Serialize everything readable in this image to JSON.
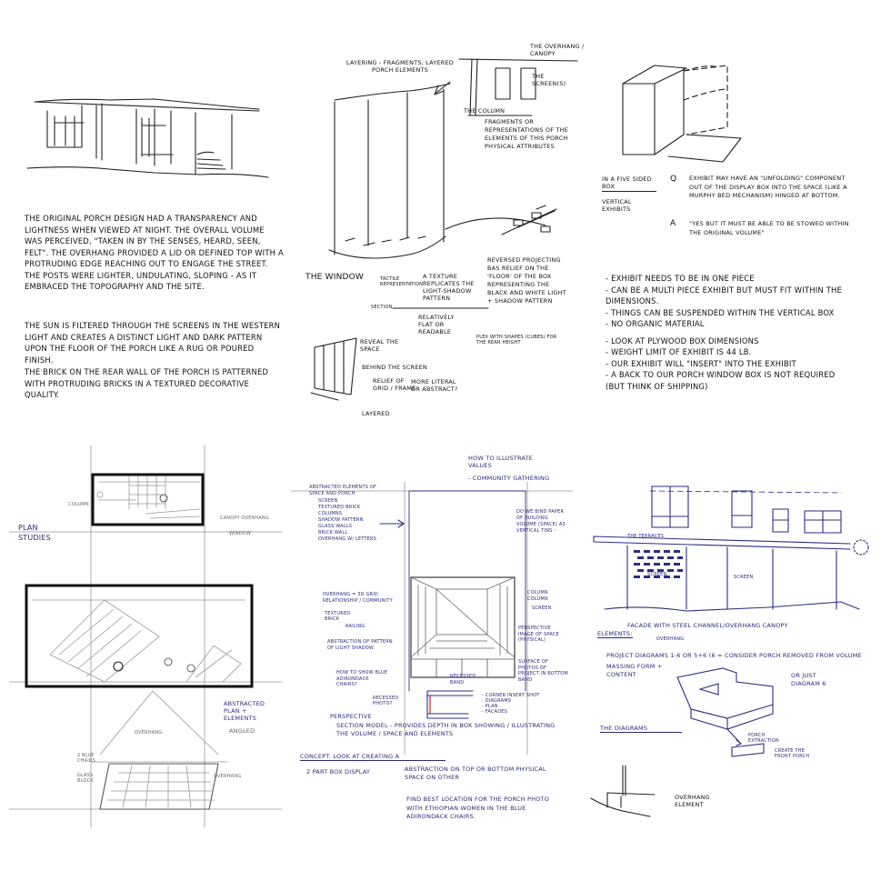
{
  "sheet": {
    "panel_1_porch_sketch": {
      "caption_paragraphs": [
        "The original porch design had a transparency and lightness when viewed at night. The overall volume was perceived, \"taken in by the senses, heard, seen, felt\". The overhang provided a lid or defined top with a protruding edge reaching out to engage the street. The posts were lighter, undulating, sloping - as it embraced the topography and the site.",
        "The sun is filtered through the screens in the western light and creates a distinct light and dark pattern upon the floor of the porch like a rug or poured finish.",
        "The brick on the rear wall of the porch is patterned with protruding bricks in a textured decorative quality."
      ]
    },
    "panel_2_window_study": {
      "top_label": "Layering - fragments, layered porch elements",
      "overhang_label": "The overhang / canopy",
      "screens_label": "The screen(s)",
      "column_label": "The column",
      "fragments_note": "Fragments or representations of the elements of this porch physical attributes",
      "window_label": "The window",
      "tactile_label": "Tactile representation",
      "texture_note": "A texture replicates the light-shadow pattern",
      "reversed_note": "Reversed projecting bas relief on the 'floor' of the box representing the black and white light + shadow pattern",
      "section_label": "Section",
      "relatively_label": "Relatively flat or readable",
      "plex_note": "Plex with shapes (cubes) for the rear height",
      "reveal_label": "Reveal the space",
      "behind_label": "Behind the screen",
      "relief_label": "Relief of grid / frame",
      "literal_label": "More literal or abstract?",
      "layered_label": "Layered"
    },
    "panel_3_exhibit_rules": {
      "box_label_top": "In a five sided box",
      "box_label_bottom": "Vertical exhibits",
      "q_marker": "Q",
      "question": "Exhibit may have an \"unfolding\" component out of the display box into the space (like a murphy bed mechanism) hinged at bottom.",
      "a_marker": "A",
      "answer": "\"Yes but it must be able to be stowed within the original volume\"",
      "bullets": [
        "- Exhibit needs to be in one piece",
        "- Can be a multi piece exhibit but must fit within the dimensions.",
        "- Things can be suspended within the vertical box",
        "- No organic material",
        "- Look at plywood box dimensions",
        "- Weight limit of exhibit is 44 lb.",
        "- Our exhibit will \"insert\" into the exhibit",
        "- A back to our porch window box is not required (but think of shipping)"
      ]
    },
    "panel_4_plan_studies": {
      "plan_label": "Plan studies",
      "left_tag": "Column",
      "right_tag_1": "Canopy overhang",
      "right_tag_2": "Window",
      "abstracted_label": "Abstracted plan + elements",
      "angled_label": "Angled",
      "perspective_tag": "Overhang",
      "chairs_tag": "2 blue chairs",
      "glass_tag": "Glass block",
      "overhang_tag": "Overhang"
    },
    "panel_5_box_concept": {
      "values_note": "How to illustrate values",
      "community_note": "- community gathering",
      "abstracted_list_title": "Abstracted elements of space and porch",
      "abstracted_list": [
        "Screen",
        "Textured brick",
        "Columns",
        "Shadow pattern",
        "Glass walls",
        "Brick wall",
        "Overhang w/ letters"
      ],
      "binomial_note": "Do we bind paper of building volume (space) as vertical tins -",
      "left_labels": [
        "Overhang = 3D grid relationship / community",
        "Textured brick",
        "Railing",
        "Abstraction of pattern of light shadow"
      ],
      "right_labels": [
        "Column",
        "Column",
        "Screen",
        "Perspective image of space (physical)",
        "Surface of photos of project in bottom band"
      ],
      "chairs_question": "How to show blue adirondack chairs?",
      "recessed_label": "Recessed band",
      "recessed_photo": "Recessed photo?",
      "list_bottom": [
        "- Corner insert shot",
        "- Diagrams",
        "- Plan",
        "- Facades"
      ],
      "perspective_note": "Perspective",
      "section_model_note": "Section model - provides depth in box showing / illustrating the volume / space and elements",
      "concept_heading": "Concept: Look at creating a",
      "two_part": "2 part box display",
      "abstraction_note": "Abstraction on top or bottom physical space on other",
      "find_note": "Find best location for the porch photo with Ethiopian women in the blue adirondack chairs."
    },
    "panel_6_facade": {
      "terrace_label": "The terraces",
      "screen_label_left": "Screen",
      "screen_label_mid": "Screen",
      "facade_note": "Facade with steel channel/overhang canopy",
      "elements_label": "Elements:",
      "overhang_sub": "overhang",
      "project_note": "Project diagrams 1-6 or 5+6 (6 = consider porch removed from volume",
      "or_just": "or just diagram 6",
      "massing_note": "Massing form + content",
      "diagrams_label": "The diagrams",
      "porch_extraction": "Porch extraction",
      "create_front": "Create the front porch",
      "overhang_element": "Overhang element"
    }
  }
}
